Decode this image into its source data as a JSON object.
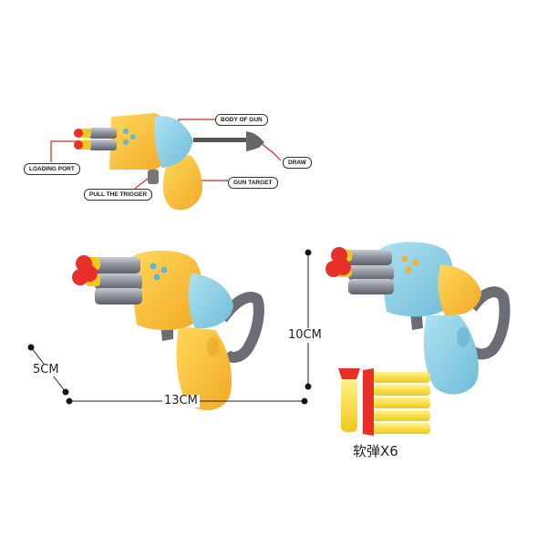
{
  "colors": {
    "orange_body": "#f6c33a",
    "blue_body": "#8fd0e6",
    "barrel_gray": "#8d8f99",
    "dart_red": "#e8302a",
    "dart_yellow": "#f5e23a",
    "callout_red": "#d8261f"
  },
  "callouts": {
    "body_of_gun": "BODY OF GUN",
    "draw": "DRAW",
    "gun_target": "GUN TARGET",
    "loading_port": "LOADING PORT",
    "pull_the_trigger": "PULL THE TRIGGER"
  },
  "dimensions": {
    "height": "5CM",
    "length": "13CM",
    "tall": "10CM"
  },
  "accessory": {
    "caption": "软弹X6"
  }
}
